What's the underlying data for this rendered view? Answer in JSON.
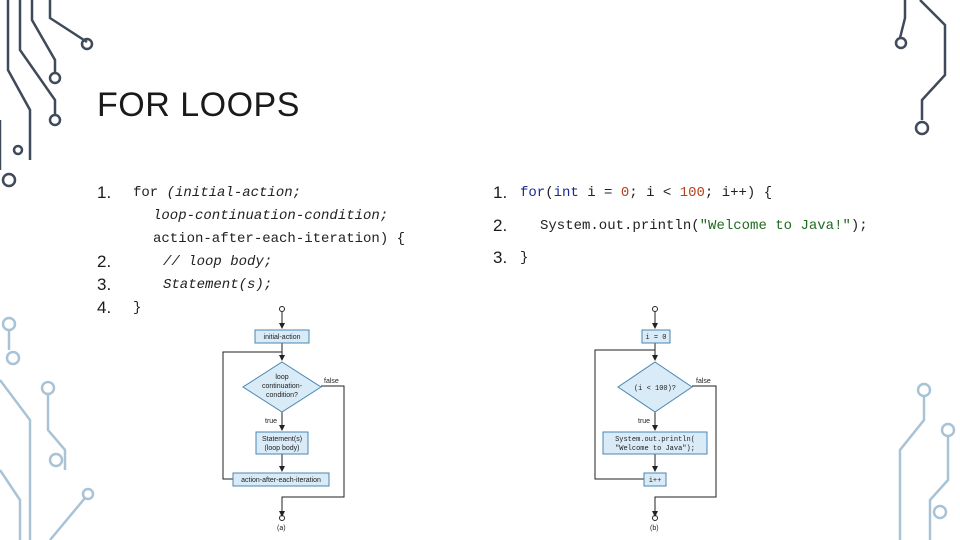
{
  "slide": {
    "title": "FOR LOOPS"
  },
  "left_code": {
    "numbers": [
      "1.",
      "2.",
      "3.",
      "4."
    ],
    "lines": [
      {
        "kw": "for",
        "text": " (initial-action;"
      },
      {
        "text": "loop-continuation-condition;"
      },
      {
        "text": "action-after-each-iteration) {"
      },
      {
        "text": "// loop body;"
      },
      {
        "text": "Statement(s);"
      },
      {
        "text": "}"
      }
    ]
  },
  "right_code": {
    "numbers": [
      "1.",
      "2.",
      "3."
    ],
    "line1": {
      "kw": "for",
      "open": "(",
      "type": "int",
      "a": " i = ",
      "zero": "0",
      "b": "; i < ",
      "hundred": "100",
      "c": "; i++) {"
    },
    "line2": {
      "obj": "System.out.println(",
      "str": "\"Welcome to Java!\"",
      "end": ");"
    },
    "line3": "}"
  },
  "flowchart_a": {
    "init": "initial-action",
    "cond_line1": "loop",
    "cond_line2": "continuation-",
    "cond_line3": "condition?",
    "true_label": "true",
    "false_label": "false",
    "body_line1": "Statement(s)",
    "body_line2": "(loop body)",
    "after": "action-after-each-iteration",
    "caption": "(a)"
  },
  "flowchart_b": {
    "init": "i = 0",
    "cond": "(i < 100)?",
    "true_label": "true",
    "false_label": "false",
    "body_line1": "System.out.println(",
    "body_line2": "\"Welcome to Java\");",
    "after": "i++",
    "caption": "(b)"
  },
  "colors": {
    "circuit": "#3f4a5a",
    "circuit_light": "#a9c3d6",
    "box_fill": "#d8ebf7",
    "box_stroke": "#4a86b0"
  }
}
